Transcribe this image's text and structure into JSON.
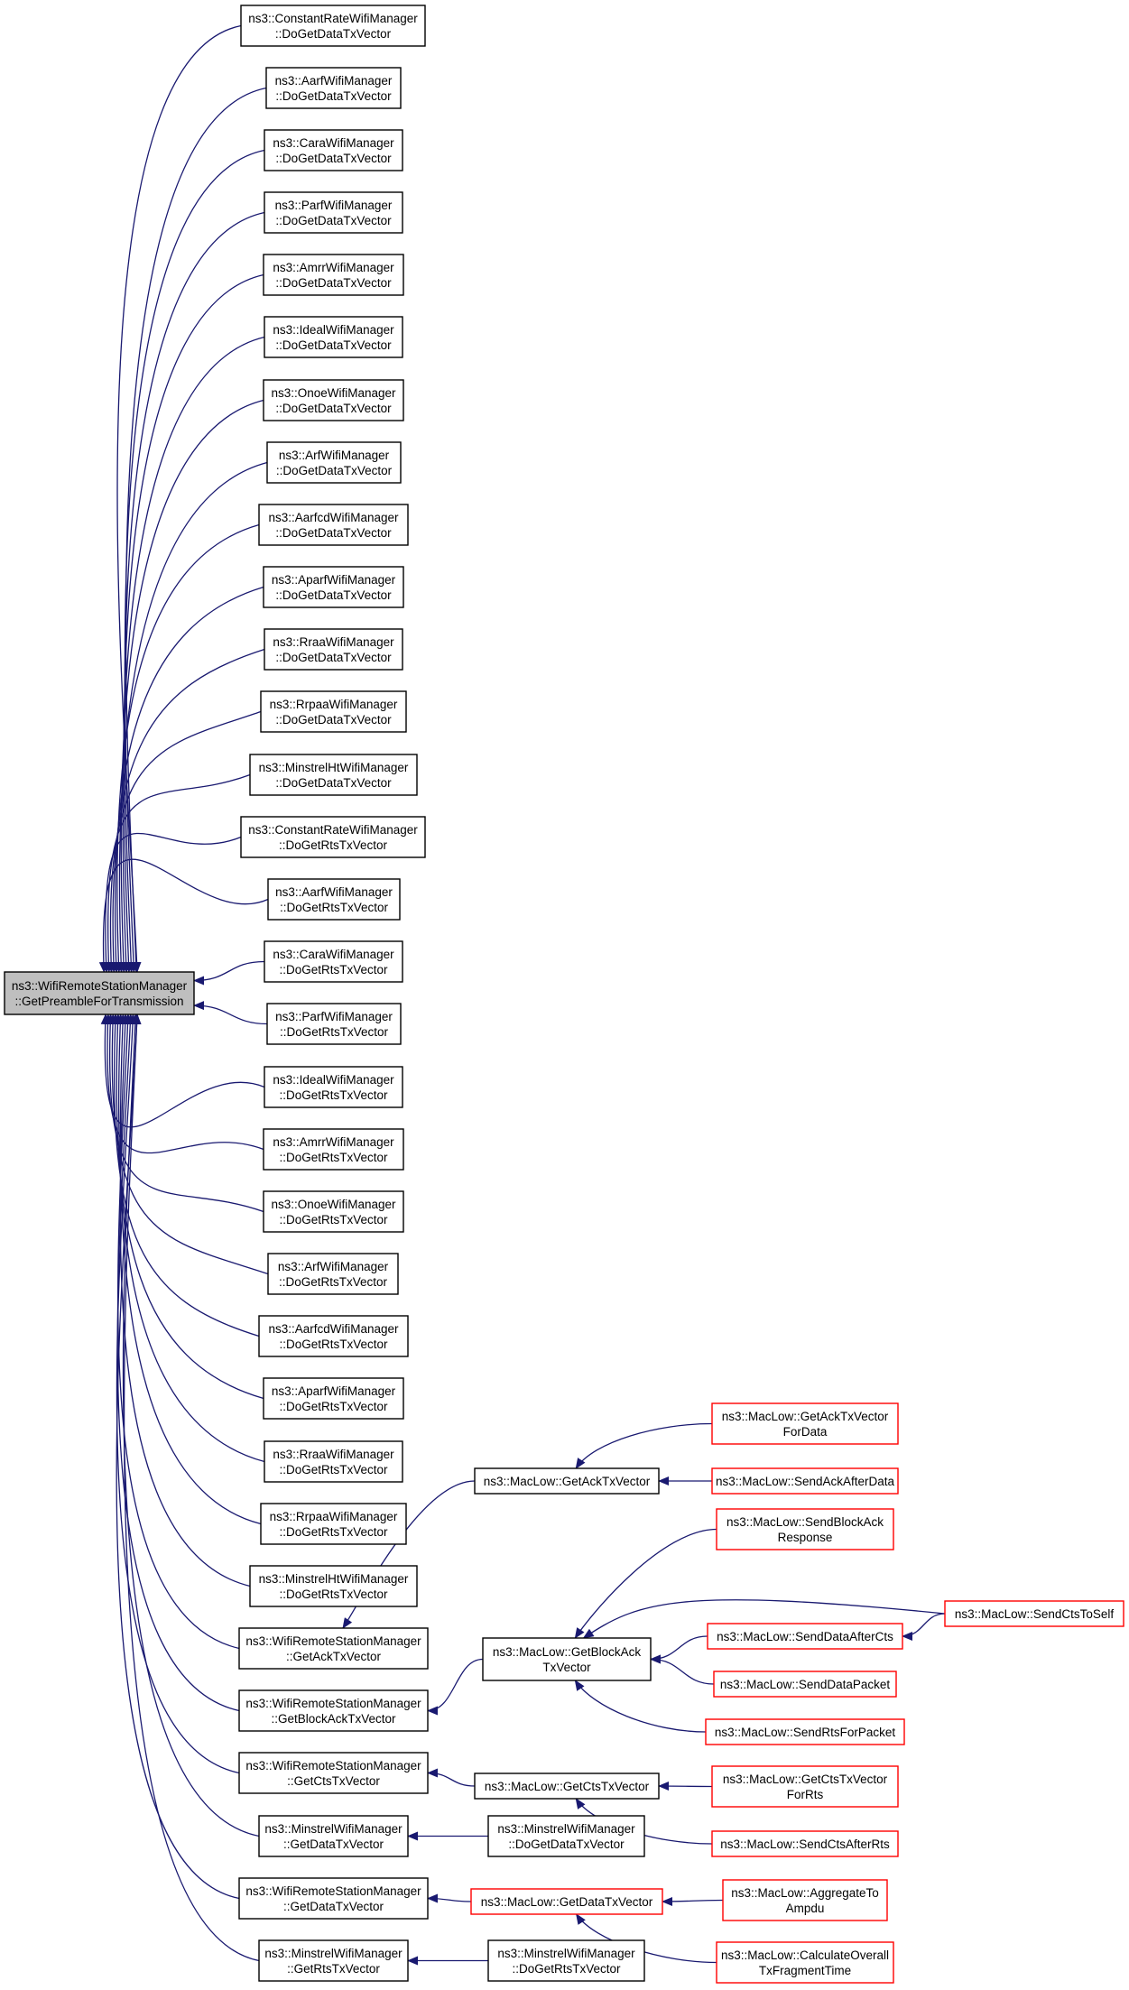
{
  "colors": {
    "edge": "#191970",
    "box_default": "#000000",
    "box_truncated": "#ff0000",
    "box_focus_fill": "#bfbfbf",
    "box_fill": "#ffffff"
  },
  "nodes": [
    {
      "id": "n_root",
      "lines": [
        "ns3::WifiRemoteStationManager",
        "::GetPreambleForTransmission"
      ],
      "style": "focus"
    },
    {
      "id": "n_crm_data",
      "lines": [
        "ns3::ConstantRateWifiManager",
        "::DoGetDataTxVector"
      ],
      "style": "default"
    },
    {
      "id": "n_aarf_data",
      "lines": [
        "ns3::AarfWifiManager",
        "::DoGetDataTxVector"
      ],
      "style": "default"
    },
    {
      "id": "n_cara_data",
      "lines": [
        "ns3::CaraWifiManager",
        "::DoGetDataTxVector"
      ],
      "style": "default"
    },
    {
      "id": "n_parf_data",
      "lines": [
        "ns3::ParfWifiManager",
        "::DoGetDataTxVector"
      ],
      "style": "default"
    },
    {
      "id": "n_amrr_data",
      "lines": [
        "ns3::AmrrWifiManager",
        "::DoGetDataTxVector"
      ],
      "style": "default"
    },
    {
      "id": "n_ideal_data",
      "lines": [
        "ns3::IdealWifiManager",
        "::DoGetDataTxVector"
      ],
      "style": "default"
    },
    {
      "id": "n_onoe_data",
      "lines": [
        "ns3::OnoeWifiManager",
        "::DoGetDataTxVector"
      ],
      "style": "default"
    },
    {
      "id": "n_arf_data",
      "lines": [
        "ns3::ArfWifiManager",
        "::DoGetDataTxVector"
      ],
      "style": "default"
    },
    {
      "id": "n_aarfcd_data",
      "lines": [
        "ns3::AarfcdWifiManager",
        "::DoGetDataTxVector"
      ],
      "style": "default"
    },
    {
      "id": "n_aparf_data",
      "lines": [
        "ns3::AparfWifiManager",
        "::DoGetDataTxVector"
      ],
      "style": "default"
    },
    {
      "id": "n_rraa_data",
      "lines": [
        "ns3::RraaWifiManager",
        "::DoGetDataTxVector"
      ],
      "style": "default"
    },
    {
      "id": "n_rrpaa_data",
      "lines": [
        "ns3::RrpaaWifiManager",
        "::DoGetDataTxVector"
      ],
      "style": "default"
    },
    {
      "id": "n_mht_data",
      "lines": [
        "ns3::MinstrelHtWifiManager",
        "::DoGetDataTxVector"
      ],
      "style": "default"
    },
    {
      "id": "n_crm_rts",
      "lines": [
        "ns3::ConstantRateWifiManager",
        "::DoGetRtsTxVector"
      ],
      "style": "default"
    },
    {
      "id": "n_aarf_rts",
      "lines": [
        "ns3::AarfWifiManager",
        "::DoGetRtsTxVector"
      ],
      "style": "default"
    },
    {
      "id": "n_cara_rts",
      "lines": [
        "ns3::CaraWifiManager",
        "::DoGetRtsTxVector"
      ],
      "style": "default"
    },
    {
      "id": "n_parf_rts",
      "lines": [
        "ns3::ParfWifiManager",
        "::DoGetRtsTxVector"
      ],
      "style": "default"
    },
    {
      "id": "n_ideal_rts",
      "lines": [
        "ns3::IdealWifiManager",
        "::DoGetRtsTxVector"
      ],
      "style": "default"
    },
    {
      "id": "n_amrr_rts",
      "lines": [
        "ns3::AmrrWifiManager",
        "::DoGetRtsTxVector"
      ],
      "style": "default"
    },
    {
      "id": "n_onoe_rts",
      "lines": [
        "ns3::OnoeWifiManager",
        "::DoGetRtsTxVector"
      ],
      "style": "default"
    },
    {
      "id": "n_arf_rts",
      "lines": [
        "ns3::ArfWifiManager",
        "::DoGetRtsTxVector"
      ],
      "style": "default"
    },
    {
      "id": "n_aarfcd_rts",
      "lines": [
        "ns3::AarfcdWifiManager",
        "::DoGetRtsTxVector"
      ],
      "style": "default"
    },
    {
      "id": "n_aparf_rts",
      "lines": [
        "ns3::AparfWifiManager",
        "::DoGetRtsTxVector"
      ],
      "style": "default"
    },
    {
      "id": "n_rraa_rts",
      "lines": [
        "ns3::RraaWifiManager",
        "::DoGetRtsTxVector"
      ],
      "style": "default"
    },
    {
      "id": "n_rrpaa_rts",
      "lines": [
        "ns3::RrpaaWifiManager",
        "::DoGetRtsTxVector"
      ],
      "style": "default"
    },
    {
      "id": "n_mht_rts",
      "lines": [
        "ns3::MinstrelHtWifiManager",
        "::DoGetRtsTxVector"
      ],
      "style": "default"
    },
    {
      "id": "n_wrsm_ack",
      "lines": [
        "ns3::WifiRemoteStationManager",
        "::GetAckTxVector"
      ],
      "style": "default"
    },
    {
      "id": "n_wrsm_back",
      "lines": [
        "ns3::WifiRemoteStationManager",
        "::GetBlockAckTxVector"
      ],
      "style": "default"
    },
    {
      "id": "n_wrsm_cts",
      "lines": [
        "ns3::WifiRemoteStationManager",
        "::GetCtsTxVector"
      ],
      "style": "default"
    },
    {
      "id": "n_mwm_data",
      "lines": [
        "ns3::MinstrelWifiManager",
        "::GetDataTxVector"
      ],
      "style": "default"
    },
    {
      "id": "n_wrsm_data",
      "lines": [
        "ns3::WifiRemoteStationManager",
        "::GetDataTxVector"
      ],
      "style": "default"
    },
    {
      "id": "n_mwm_rts",
      "lines": [
        "ns3::MinstrelWifiManager",
        "::GetRtsTxVector"
      ],
      "style": "default"
    },
    {
      "id": "n_ml_ack",
      "lines": [
        "ns3::MacLow::GetAckTxVector"
      ],
      "style": "default"
    },
    {
      "id": "n_ml_back",
      "lines": [
        "ns3::MacLow::GetBlockAck",
        "TxVector"
      ],
      "style": "default"
    },
    {
      "id": "n_ml_cts",
      "lines": [
        "ns3::MacLow::GetCtsTxVector"
      ],
      "style": "default"
    },
    {
      "id": "n_mwm_dodata1",
      "lines": [
        "ns3::MinstrelWifiManager",
        "::DoGetDataTxVector"
      ],
      "style": "default"
    },
    {
      "id": "n_ml_data",
      "lines": [
        "ns3::MacLow::GetDataTxVector"
      ],
      "style": "truncated"
    },
    {
      "id": "n_mwm_dodata2",
      "lines": [
        "ns3::MinstrelWifiManager",
        "::DoGetRtsTxVector"
      ],
      "style": "default"
    },
    {
      "id": "n_ml_ackfordata",
      "lines": [
        "ns3::MacLow::GetAckTxVector",
        "ForData"
      ],
      "style": "truncated"
    },
    {
      "id": "n_ml_sendackafterdata",
      "lines": [
        "ns3::MacLow::SendAckAfterData"
      ],
      "style": "truncated"
    },
    {
      "id": "n_ml_sendbackresp",
      "lines": [
        "ns3::MacLow::SendBlockAck",
        "Response"
      ],
      "style": "truncated"
    },
    {
      "id": "n_ml_senddataaftercts",
      "lines": [
        "ns3::MacLow::SendDataAfterCts"
      ],
      "style": "truncated"
    },
    {
      "id": "n_ml_sendctstoself",
      "lines": [
        "ns3::MacLow::SendCtsToSelf"
      ],
      "style": "truncated"
    },
    {
      "id": "n_ml_senddatapacket",
      "lines": [
        "ns3::MacLow::SendDataPacket"
      ],
      "style": "truncated"
    },
    {
      "id": "n_ml_sendrtsforpacket",
      "lines": [
        "ns3::MacLow::SendRtsForPacket"
      ],
      "style": "truncated"
    },
    {
      "id": "n_ml_ctsforrts",
      "lines": [
        "ns3::MacLow::GetCtsTxVector",
        "ForRts"
      ],
      "style": "truncated"
    },
    {
      "id": "n_ml_sendctsafterrts",
      "lines": [
        "ns3::MacLow::SendCtsAfterRts"
      ],
      "style": "truncated"
    },
    {
      "id": "n_ml_aggregate",
      "lines": [
        "ns3::MacLow::AggregateTo",
        "Ampdu"
      ],
      "style": "truncated"
    },
    {
      "id": "n_ml_calcoverall",
      "lines": [
        "ns3::MacLow::CalculateOverall",
        "TxFragmentTime"
      ],
      "style": "truncated"
    }
  ],
  "edges": [
    {
      "from": "n_crm_data",
      "to": "n_root"
    },
    {
      "from": "n_aarf_data",
      "to": "n_root"
    },
    {
      "from": "n_cara_data",
      "to": "n_root"
    },
    {
      "from": "n_parf_data",
      "to": "n_root"
    },
    {
      "from": "n_amrr_data",
      "to": "n_root"
    },
    {
      "from": "n_ideal_data",
      "to": "n_root"
    },
    {
      "from": "n_onoe_data",
      "to": "n_root"
    },
    {
      "from": "n_arf_data",
      "to": "n_root"
    },
    {
      "from": "n_aarfcd_data",
      "to": "n_root"
    },
    {
      "from": "n_aparf_data",
      "to": "n_root"
    },
    {
      "from": "n_rraa_data",
      "to": "n_root"
    },
    {
      "from": "n_rrpaa_data",
      "to": "n_root"
    },
    {
      "from": "n_mht_data",
      "to": "n_root"
    },
    {
      "from": "n_crm_rts",
      "to": "n_root"
    },
    {
      "from": "n_aarf_rts",
      "to": "n_root"
    },
    {
      "from": "n_cara_rts",
      "to": "n_root"
    },
    {
      "from": "n_parf_rts",
      "to": "n_root"
    },
    {
      "from": "n_ideal_rts",
      "to": "n_root"
    },
    {
      "from": "n_amrr_rts",
      "to": "n_root"
    },
    {
      "from": "n_onoe_rts",
      "to": "n_root"
    },
    {
      "from": "n_arf_rts",
      "to": "n_root"
    },
    {
      "from": "n_aarfcd_rts",
      "to": "n_root"
    },
    {
      "from": "n_aparf_rts",
      "to": "n_root"
    },
    {
      "from": "n_rraa_rts",
      "to": "n_root"
    },
    {
      "from": "n_rrpaa_rts",
      "to": "n_root"
    },
    {
      "from": "n_mht_rts",
      "to": "n_root"
    },
    {
      "from": "n_wrsm_ack",
      "to": "n_root"
    },
    {
      "from": "n_wrsm_back",
      "to": "n_root"
    },
    {
      "from": "n_wrsm_cts",
      "to": "n_root"
    },
    {
      "from": "n_mwm_data",
      "to": "n_root"
    },
    {
      "from": "n_wrsm_data",
      "to": "n_root"
    },
    {
      "from": "n_mwm_rts",
      "to": "n_root"
    },
    {
      "from": "n_ml_ack",
      "to": "n_wrsm_ack"
    },
    {
      "from": "n_ml_back",
      "to": "n_wrsm_back"
    },
    {
      "from": "n_ml_cts",
      "to": "n_wrsm_cts"
    },
    {
      "from": "n_mwm_dodata1",
      "to": "n_mwm_data"
    },
    {
      "from": "n_ml_data",
      "to": "n_wrsm_data"
    },
    {
      "from": "n_mwm_dodata2",
      "to": "n_mwm_rts"
    },
    {
      "from": "n_ml_ackfordata",
      "to": "n_ml_ack"
    },
    {
      "from": "n_ml_sendackafterdata",
      "to": "n_ml_ack"
    },
    {
      "from": "n_ml_sendbackresp",
      "to": "n_ml_back"
    },
    {
      "from": "n_ml_sendctstoself",
      "to": "n_ml_back"
    },
    {
      "from": "n_ml_senddataaftercts",
      "to": "n_ml_back"
    },
    {
      "from": "n_ml_senddatapacket",
      "to": "n_ml_back"
    },
    {
      "from": "n_ml_sendrtsforpacket",
      "to": "n_ml_back"
    },
    {
      "from": "n_ml_sendctstoself",
      "to": "n_ml_senddataaftercts"
    },
    {
      "from": "n_ml_ctsforrts",
      "to": "n_ml_cts"
    },
    {
      "from": "n_ml_sendctsafterrts",
      "to": "n_ml_cts"
    },
    {
      "from": "n_ml_aggregate",
      "to": "n_ml_data"
    },
    {
      "from": "n_ml_calcoverall",
      "to": "n_ml_data"
    }
  ]
}
